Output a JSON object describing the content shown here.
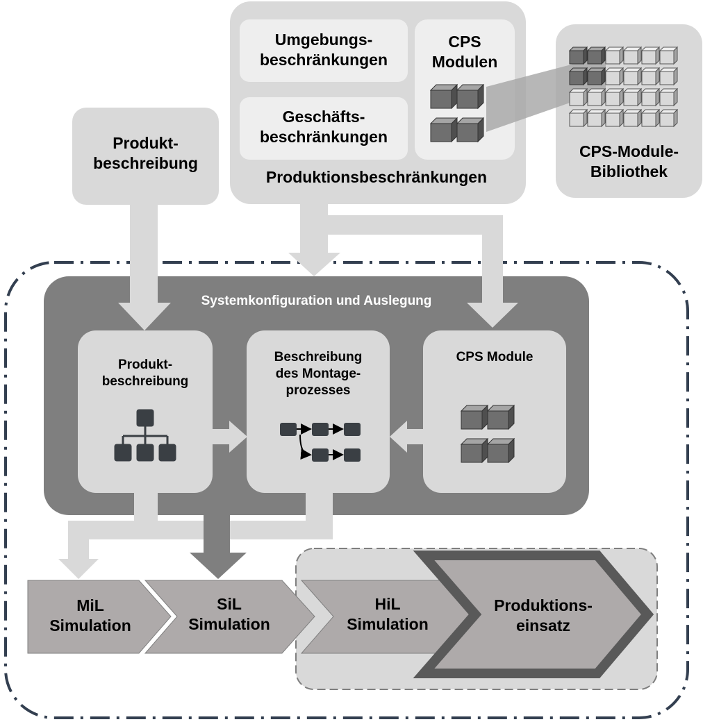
{
  "top": {
    "produkt": [
      "Produkt-",
      "beschreibung"
    ],
    "umgebung": [
      "Umgebungs-",
      "beschränkungen"
    ],
    "geschaeft": [
      "Geschäfts-",
      "beschränkungen"
    ],
    "cps_modulen": [
      "CPS",
      "Modulen"
    ],
    "produktions_label": "Produktionsbeschränkungen",
    "library": [
      "CPS-Module-",
      "Bibliothek"
    ]
  },
  "system": {
    "title": "Systemkonfiguration und Auslegung",
    "cards": {
      "produkt": [
        "Produkt-",
        "beschreibung"
      ],
      "montage": [
        "Beschreibung",
        "des Montage-",
        "prozesses"
      ],
      "cps": [
        "CPS Module"
      ]
    }
  },
  "stages": [
    [
      "MiL",
      "Simulation"
    ],
    [
      "SiL",
      "Simulation"
    ],
    [
      "HiL",
      "Simulation"
    ],
    [
      "Produktions-",
      "einsatz"
    ]
  ],
  "icons": [
    "hierarchy-icon",
    "process-flow-icon",
    "cube-cluster-icon",
    "cube-library-icon"
  ],
  "colors": {
    "light_box": "#d9d9d9",
    "inner_box": "#eeeeee",
    "dark_panel": "#7f7f7f",
    "arrow_light": "#d9d9d9",
    "arrow_dark": "#7f7f7f",
    "chevron": "#aeaaaa",
    "dash_border": "#333f50",
    "icon_dark": "#3a3f44"
  }
}
